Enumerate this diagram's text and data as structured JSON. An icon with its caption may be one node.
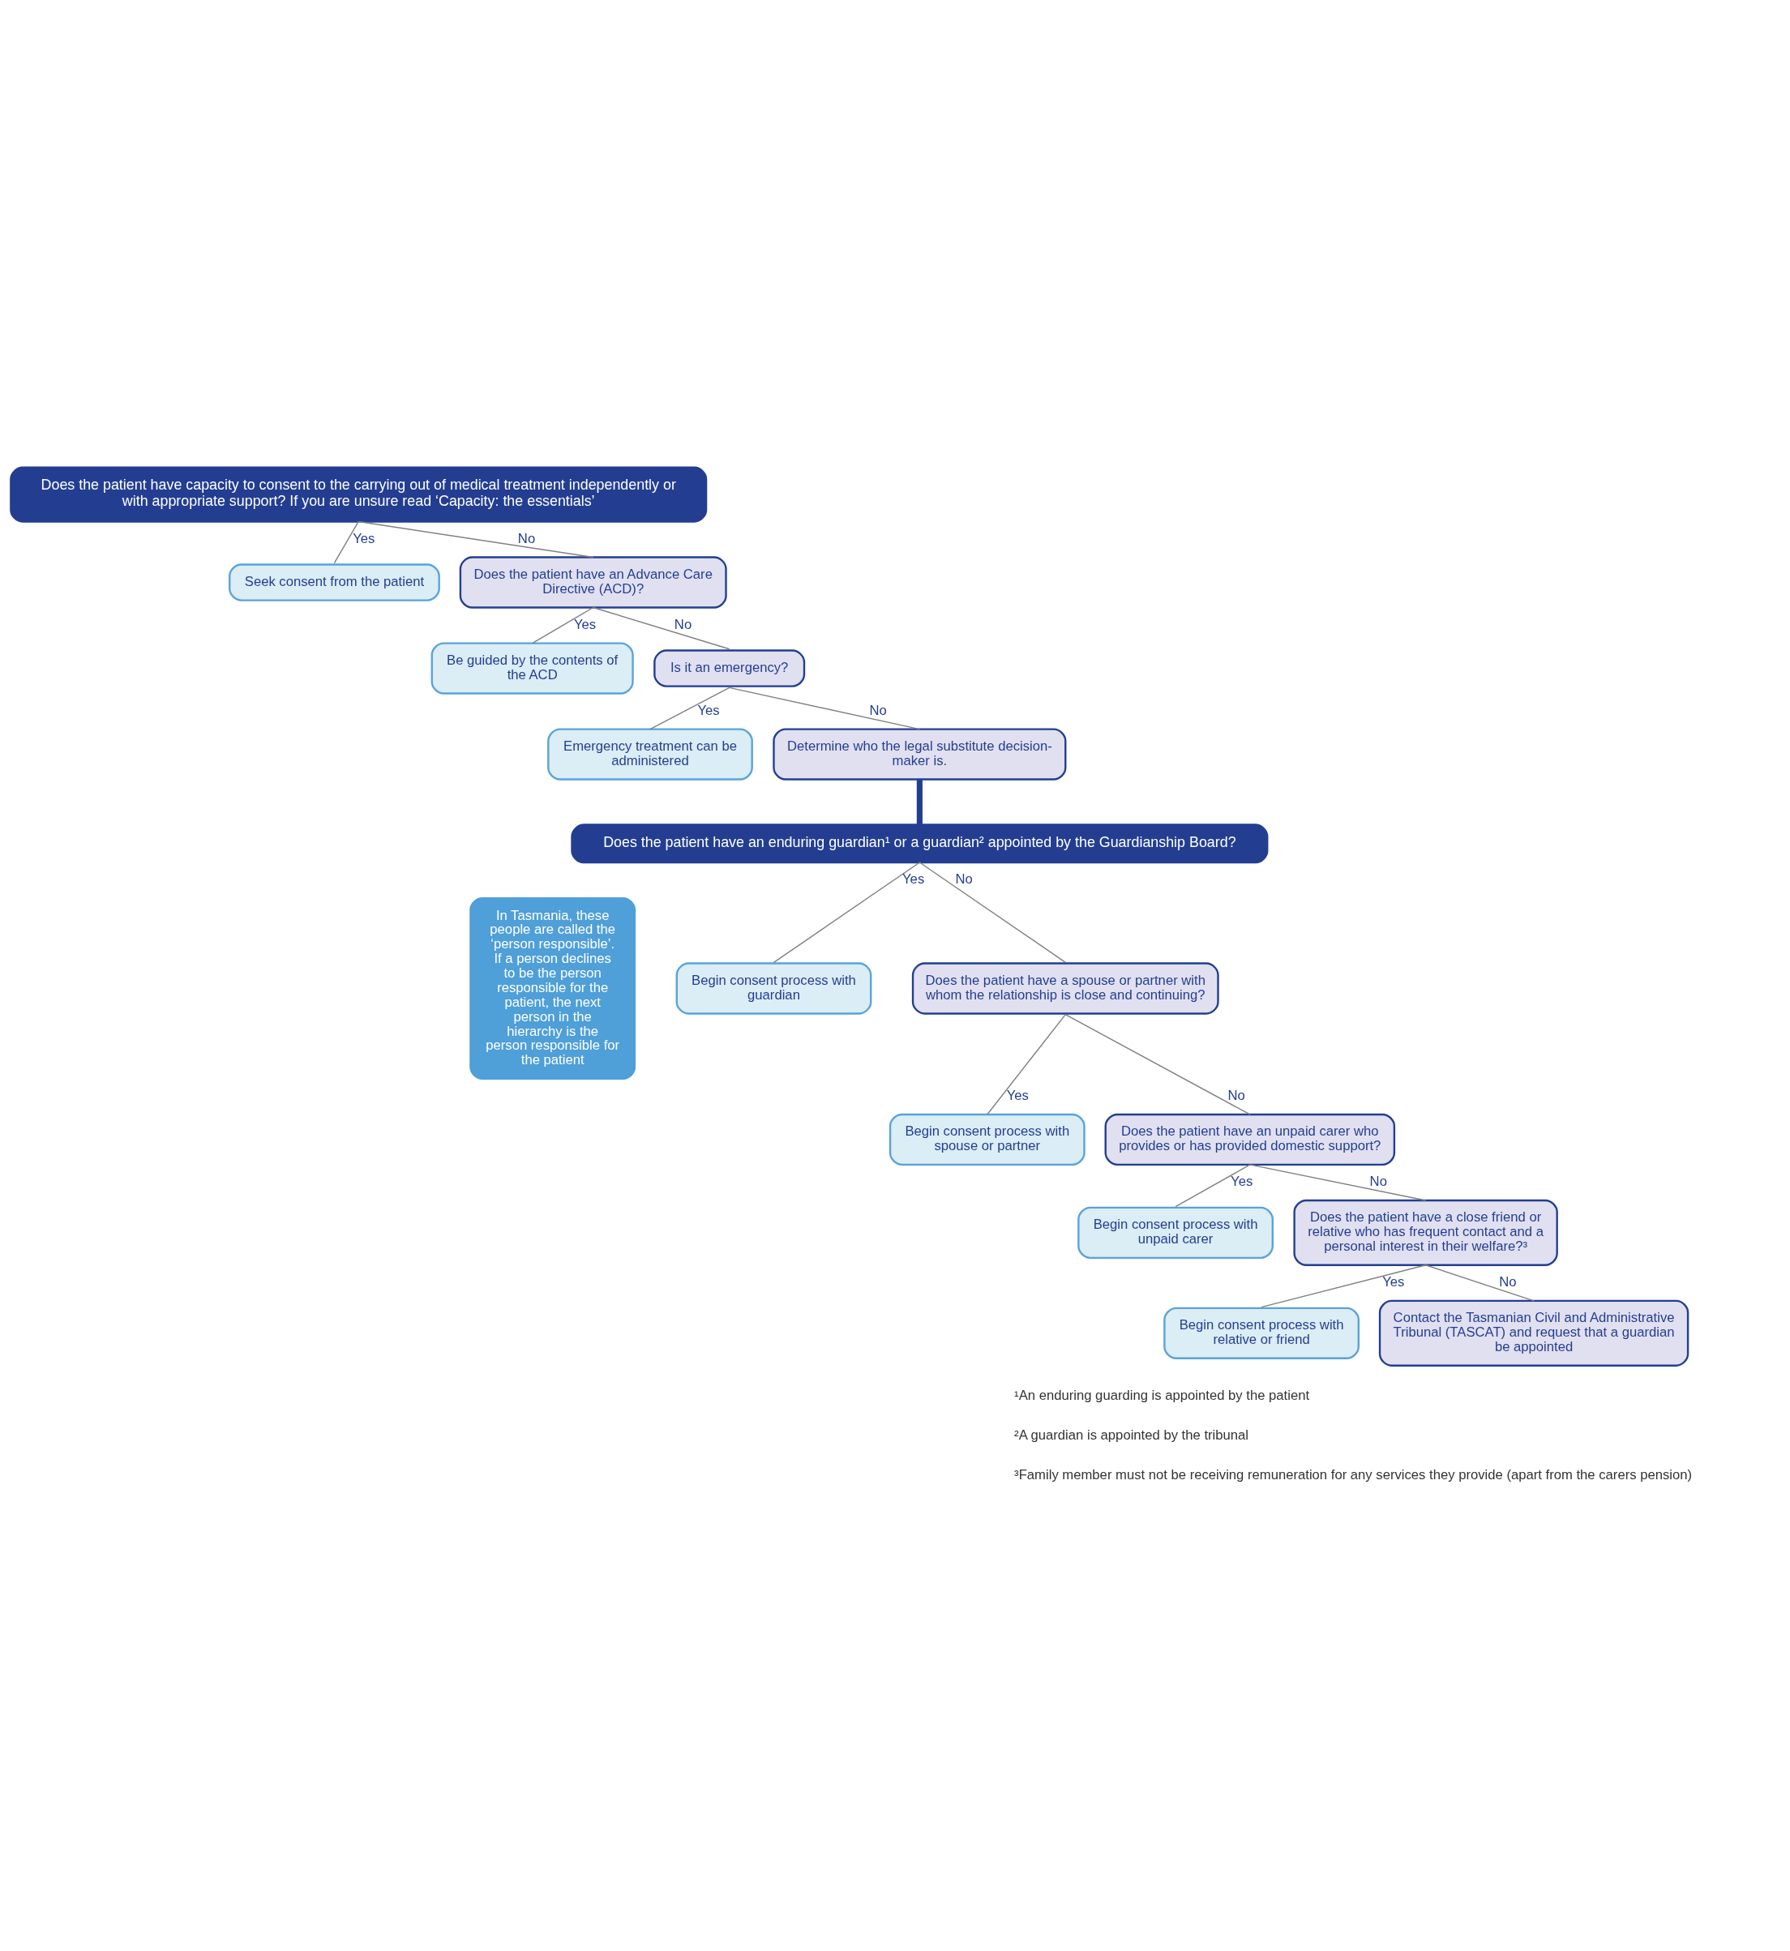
{
  "diagram": {
    "nodes": [
      {
        "text": [
          "Does the patient have capacity to consent to the carrying out of medical treatment independently or with appropriate support? If you are unsure read ‘Capacity: the essentials’"
        ]
      },
      {
        "text": [
          "Seek consent from the patient"
        ]
      },
      {
        "text": [
          "Does the patient have an Advance Care Directive (ACD)?"
        ]
      },
      {
        "text": [
          "Be guided by the contents of the ACD"
        ]
      },
      {
        "text": [
          "Is it an emergency?"
        ]
      },
      {
        "text": [
          "Emergency treatment can be administered"
        ]
      },
      {
        "text": [
          "Determine who the legal substitute decision-maker is."
        ]
      },
      {
        "text": [
          "Does the patient have an enduring guardian¹ or a guardian² appointed by the Guardianship Board?"
        ]
      },
      {
        "text": [
          "In Tasmania, these people are called the ‘person responsible’. If a person declines to be the person responsible for the patient, the next person in the hierarchy is the person responsible for the patient"
        ]
      },
      {
        "text": [
          "Begin consent process with guardian"
        ]
      },
      {
        "text": [
          "Does the patient have a spouse or partner with whom the relationship is close and continuing?"
        ]
      },
      {
        "text": [
          "Begin consent process with spouse or partner"
        ]
      },
      {
        "text": [
          "Does the patient have an unpaid carer who provides or has provided domestic support?"
        ]
      },
      {
        "text": [
          "Begin consent process with unpaid carer"
        ]
      },
      {
        "text": [
          "Does the patient have a close friend or relative who has frequent contact and a personal interest in their welfare?³"
        ]
      },
      {
        "text": [
          "Begin consent process with relative or friend"
        ]
      },
      {
        "text": [
          "Contact the Tasmanian Civil and Administrative Tribunal (TASCAT) and request that a guardian be appointed"
        ]
      }
    ],
    "edges": [
      {
        "from": 0,
        "to": 1,
        "arrow": "none",
        "label": "Yes"
      },
      {
        "from": 0,
        "to": 2,
        "arrow": "none",
        "label": "No"
      },
      {
        "from": 2,
        "to": 3,
        "arrow": "none",
        "label": "Yes"
      },
      {
        "from": 2,
        "to": 4,
        "arrow": "none",
        "label": "No"
      },
      {
        "from": 4,
        "to": 5,
        "arrow": "none",
        "label": "Yes"
      },
      {
        "from": 4,
        "to": 6,
        "arrow": "none",
        "label": "No"
      },
      {
        "from": 6,
        "to": 7,
        "arrow": "none",
        "style": "thick",
        "color": "#233e91"
      },
      {
        "from": 7,
        "to": 9,
        "arrow": "none",
        "label": "Yes"
      },
      {
        "from": 7,
        "to": 10,
        "arrow": "none",
        "label": "No"
      },
      {
        "from": 10,
        "to": 11,
        "arrow": "none",
        "label": "Yes"
      },
      {
        "from": 10,
        "to": 12,
        "arrow": "none",
        "label": "No"
      },
      {
        "from": 12,
        "to": 13,
        "arrow": "none",
        "label": "Yes"
      },
      {
        "from": 12,
        "to": 14,
        "arrow": "none",
        "label": "No"
      },
      {
        "from": 14,
        "to": 15,
        "arrow": "none",
        "label": "Yes"
      },
      {
        "from": 14,
        "to": 16,
        "arrow": "none",
        "label": "No"
      }
    ],
    "labels": [
      "¹An enduring guarding is appointed by the patient",
      "²A guardian is appointed by the tribunal",
      "³Family member must not be receiving remuneration for any services they provide (apart from the carers pension)"
    ]
  }
}
